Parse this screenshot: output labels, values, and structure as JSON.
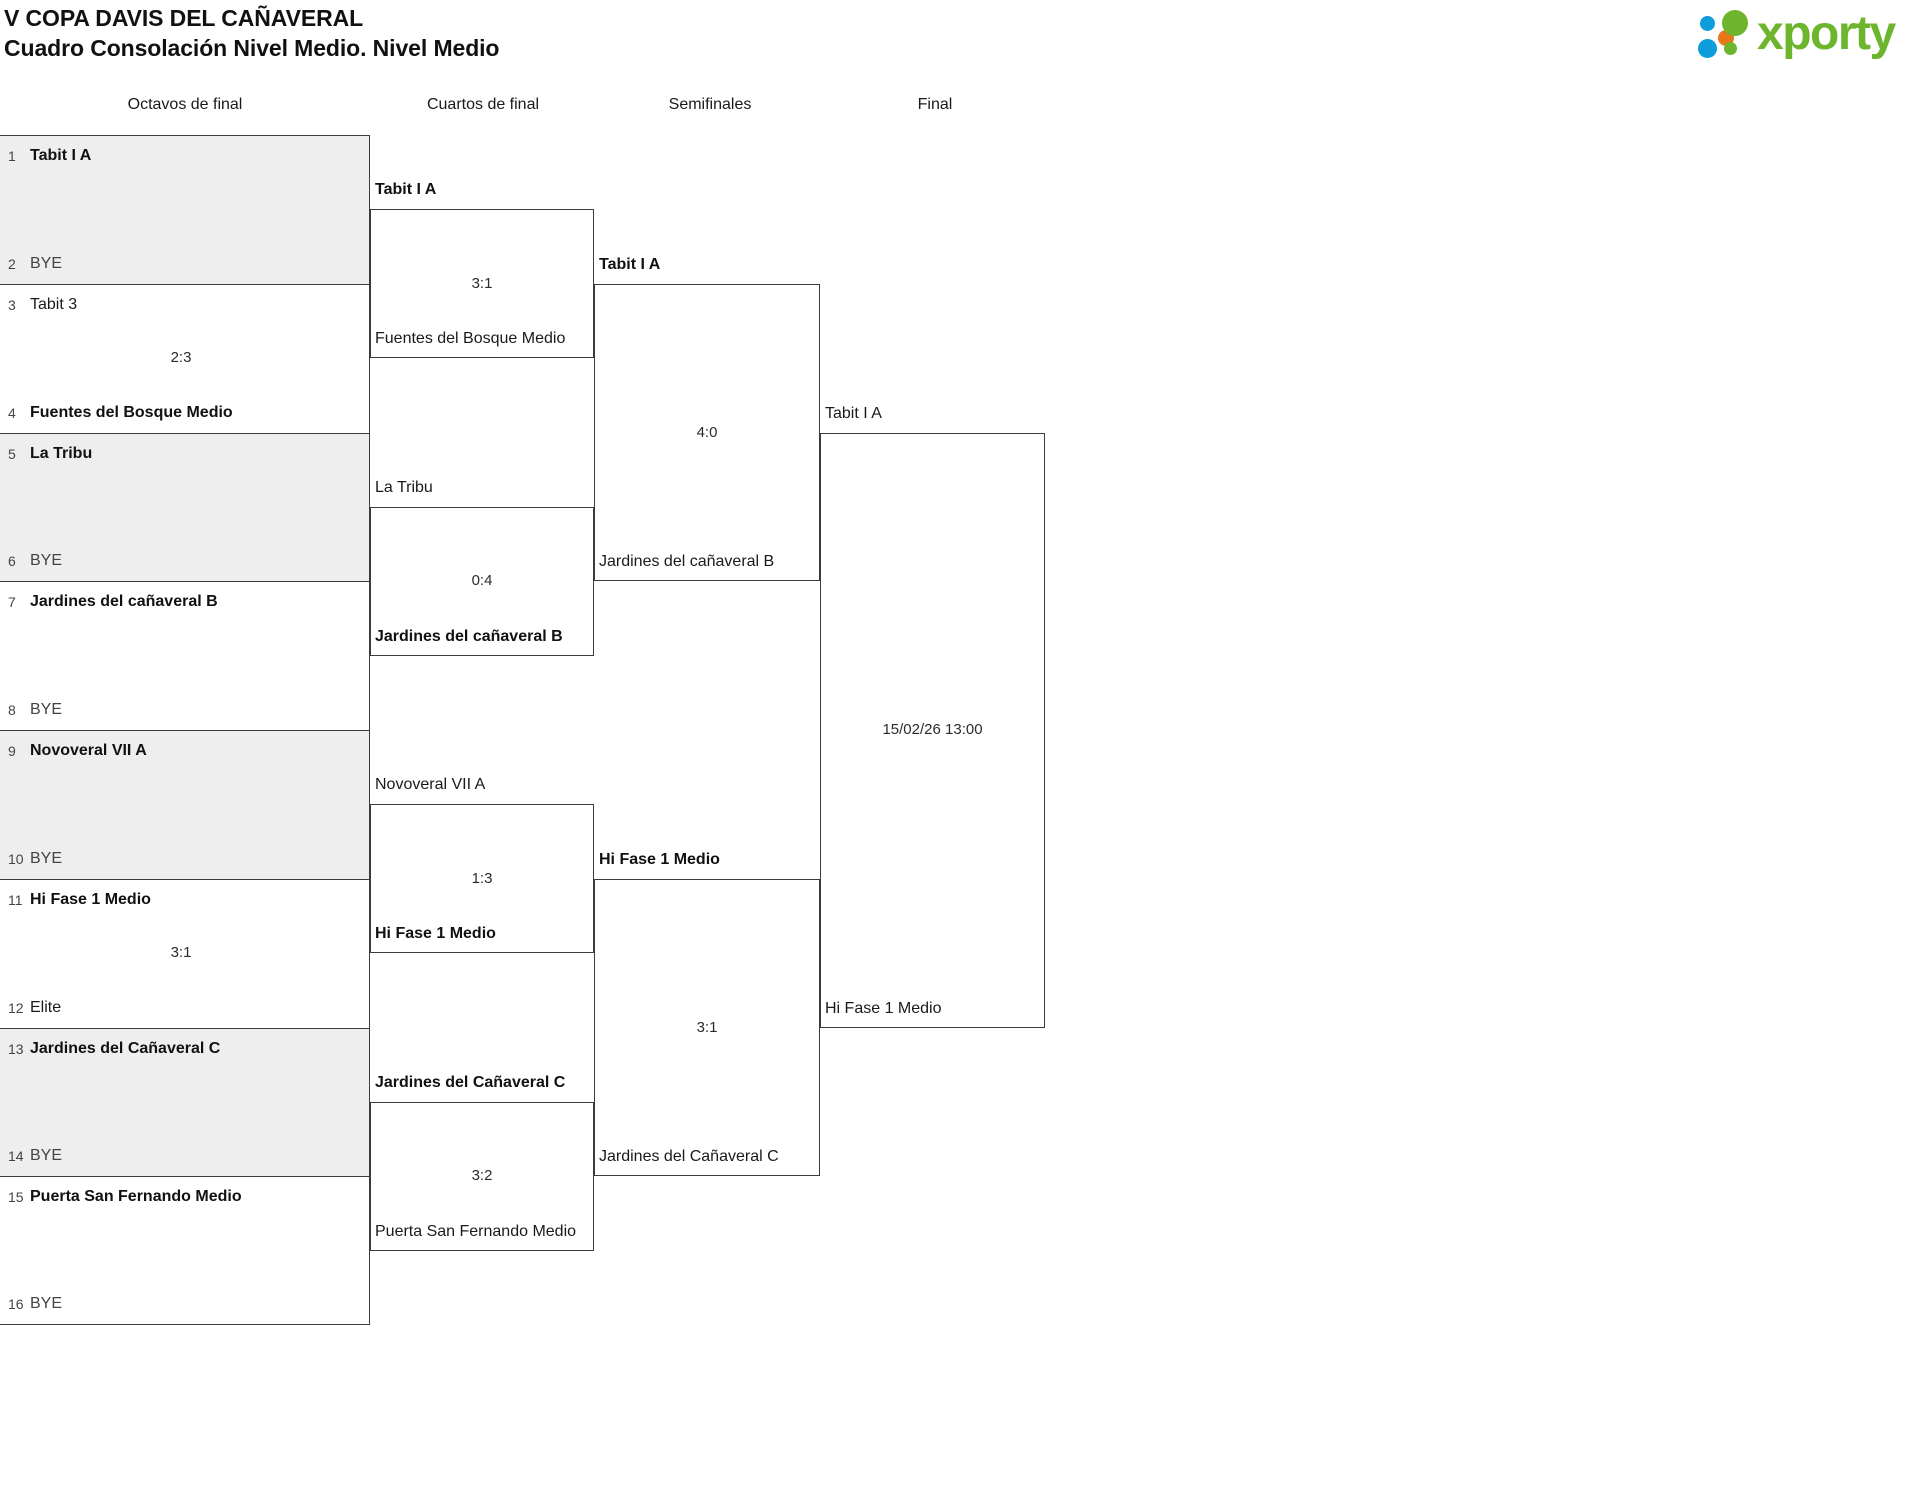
{
  "header": {
    "title_line1": "V COPA DAVIS DEL CAÑAVERAL",
    "title_line2": "Cuadro Consolación Nivel Medio. Nivel Medio",
    "logo_text": "xporty",
    "logo_colors": {
      "blue": "#0d9ddb",
      "orange": "#e8771a",
      "green": "#6cb52d",
      "text_green": "#6cb52d"
    }
  },
  "rounds": [
    {
      "id": "octavos",
      "label": "Octavos de final"
    },
    {
      "id": "cuartos",
      "label": "Cuartos de final"
    },
    {
      "id": "semis",
      "label": "Semifinales"
    },
    {
      "id": "final",
      "label": "Final"
    }
  ],
  "round1": {
    "matches": [
      {
        "score": "",
        "top": {
          "seed": "1",
          "name": "Tabit I A",
          "winner": true,
          "bye": false
        },
        "bot": {
          "seed": "2",
          "name": "BYE",
          "winner": false,
          "bye": true
        },
        "shaded": true
      },
      {
        "score": "2:3",
        "top": {
          "seed": "3",
          "name": "Tabit 3",
          "winner": false,
          "bye": false
        },
        "bot": {
          "seed": "4",
          "name": "Fuentes del Bosque Medio",
          "winner": true,
          "bye": false
        },
        "shaded": false
      },
      {
        "score": "",
        "top": {
          "seed": "5",
          "name": "La Tribu",
          "winner": true,
          "bye": false
        },
        "bot": {
          "seed": "6",
          "name": "BYE",
          "winner": false,
          "bye": true
        },
        "shaded": true
      },
      {
        "score": "",
        "top": {
          "seed": "7",
          "name": "Jardines del cañaveral B",
          "winner": true,
          "bye": false
        },
        "bot": {
          "seed": "8",
          "name": "BYE",
          "winner": false,
          "bye": true
        },
        "shaded": false
      },
      {
        "score": "",
        "top": {
          "seed": "9",
          "name": "Novoveral VII A",
          "winner": true,
          "bye": false
        },
        "bot": {
          "seed": "10",
          "name": "BYE",
          "winner": false,
          "bye": true
        },
        "shaded": true
      },
      {
        "score": "3:1",
        "top": {
          "seed": "11",
          "name": "Hi Fase 1 Medio",
          "winner": true,
          "bye": false
        },
        "bot": {
          "seed": "12",
          "name": "Elite",
          "winner": false,
          "bye": false
        },
        "shaded": false
      },
      {
        "score": "",
        "top": {
          "seed": "13",
          "name": "Jardines del Cañaveral C",
          "winner": true,
          "bye": false
        },
        "bot": {
          "seed": "14",
          "name": "BYE",
          "winner": false,
          "bye": true
        },
        "shaded": true
      },
      {
        "score": "",
        "top": {
          "seed": "15",
          "name": "Puerta San Fernando Medio",
          "winner": true,
          "bye": false
        },
        "bot": {
          "seed": "16",
          "name": "BYE",
          "winner": false,
          "bye": true
        },
        "shaded": false
      }
    ]
  },
  "round2": {
    "matches": [
      {
        "score": "3:1",
        "top_name": "Tabit I A",
        "top_winner": true,
        "bot_name": "Fuentes del Bosque Medio",
        "bot_winner": false
      },
      {
        "score": "0:4",
        "top_name": "La Tribu",
        "top_winner": false,
        "bot_name": "Jardines del cañaveral B",
        "bot_winner": true
      },
      {
        "score": "1:3",
        "top_name": "Novoveral VII A",
        "top_winner": false,
        "bot_name": "Hi Fase 1 Medio",
        "bot_winner": true
      },
      {
        "score": "3:2",
        "top_name": "Jardines del Cañaveral C",
        "top_winner": true,
        "bot_name": "Puerta San Fernando Medio",
        "bot_winner": false
      }
    ]
  },
  "round3": {
    "matches": [
      {
        "score": "4:0",
        "top_name": "Tabit I A",
        "top_winner": true,
        "bot_name": "Jardines del cañaveral B",
        "bot_winner": false
      },
      {
        "score": "3:1",
        "top_name": "Hi Fase 1 Medio",
        "top_winner": true,
        "bot_name": "Jardines del Cañaveral C",
        "bot_winner": false
      }
    ]
  },
  "round4": {
    "matches": [
      {
        "score": "15/02/26 13:00",
        "top_name": "Tabit I A",
        "top_winner": false,
        "bot_name": "Hi Fase 1 Medio",
        "bot_winner": false
      }
    ]
  }
}
